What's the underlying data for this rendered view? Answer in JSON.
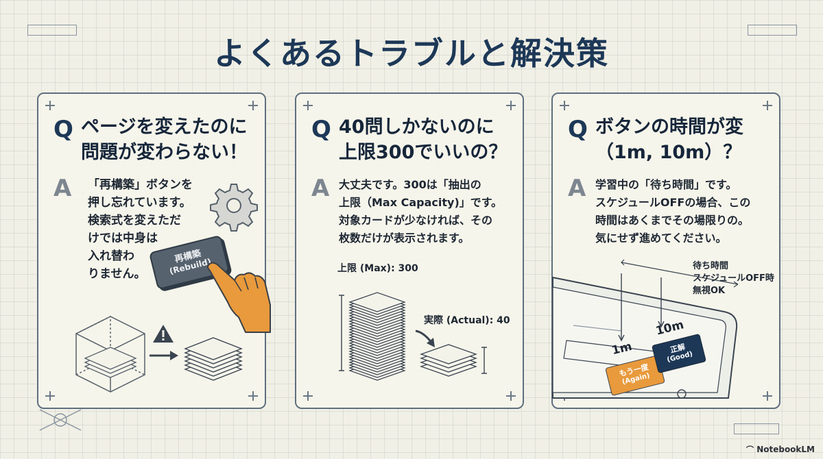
{
  "title": "よくあるトラブルと解決策",
  "cards": [
    {
      "q_mark": "Q",
      "a_mark": "A",
      "question_lines": [
        "ページを変えたのに",
        "問題が変わらない！"
      ],
      "answer_lines": [
        "「再構築」ボタンを",
        "押し忘れています。",
        "検索式を変えただ",
        "けでは中身は",
        "入れ替わ",
        "りません。"
      ],
      "button_label_line1": "再構築",
      "button_label_line2": "(Rebuild)"
    },
    {
      "q_mark": "Q",
      "a_mark": "A",
      "question_lines": [
        "40問しかないのに",
        "上限300でいいの？"
      ],
      "answer_lines": [
        "大丈夫です。300は「抽出の",
        "上限（Max Capacity)」です。",
        "対象カードが少なければ、その",
        "枚数だけが表示されます。"
      ],
      "max_label": "上限 (Max): 300",
      "actual_label": "実際 (Actual): 40"
    },
    {
      "q_mark": "Q",
      "a_mark": "A",
      "question_lines": [
        "ボタンの時間が変",
        "（1m, 10m）？"
      ],
      "answer_lines": [
        "学習中の「待ち時間」です。",
        "スケジュールOFFの場合、この",
        "時間はあくまでその場限りの。",
        "気にせず進めてください。"
      ],
      "callout_lines": [
        "待ち時間",
        "スケジュールOFF時",
        "無視OK"
      ],
      "time_left": "1m",
      "time_right": "10m",
      "btn_again_line1": "もう一度",
      "btn_again_line2": "(Again)",
      "btn_good_line1": "正解",
      "btn_good_line2": "(Good)"
    }
  ],
  "footer": {
    "brand": "NotebookLM"
  },
  "colors": {
    "title": "#1d3857",
    "accent_orange": "#e89a3c",
    "accent_navy": "#1d3857",
    "button_gray": "#4e5a66"
  }
}
